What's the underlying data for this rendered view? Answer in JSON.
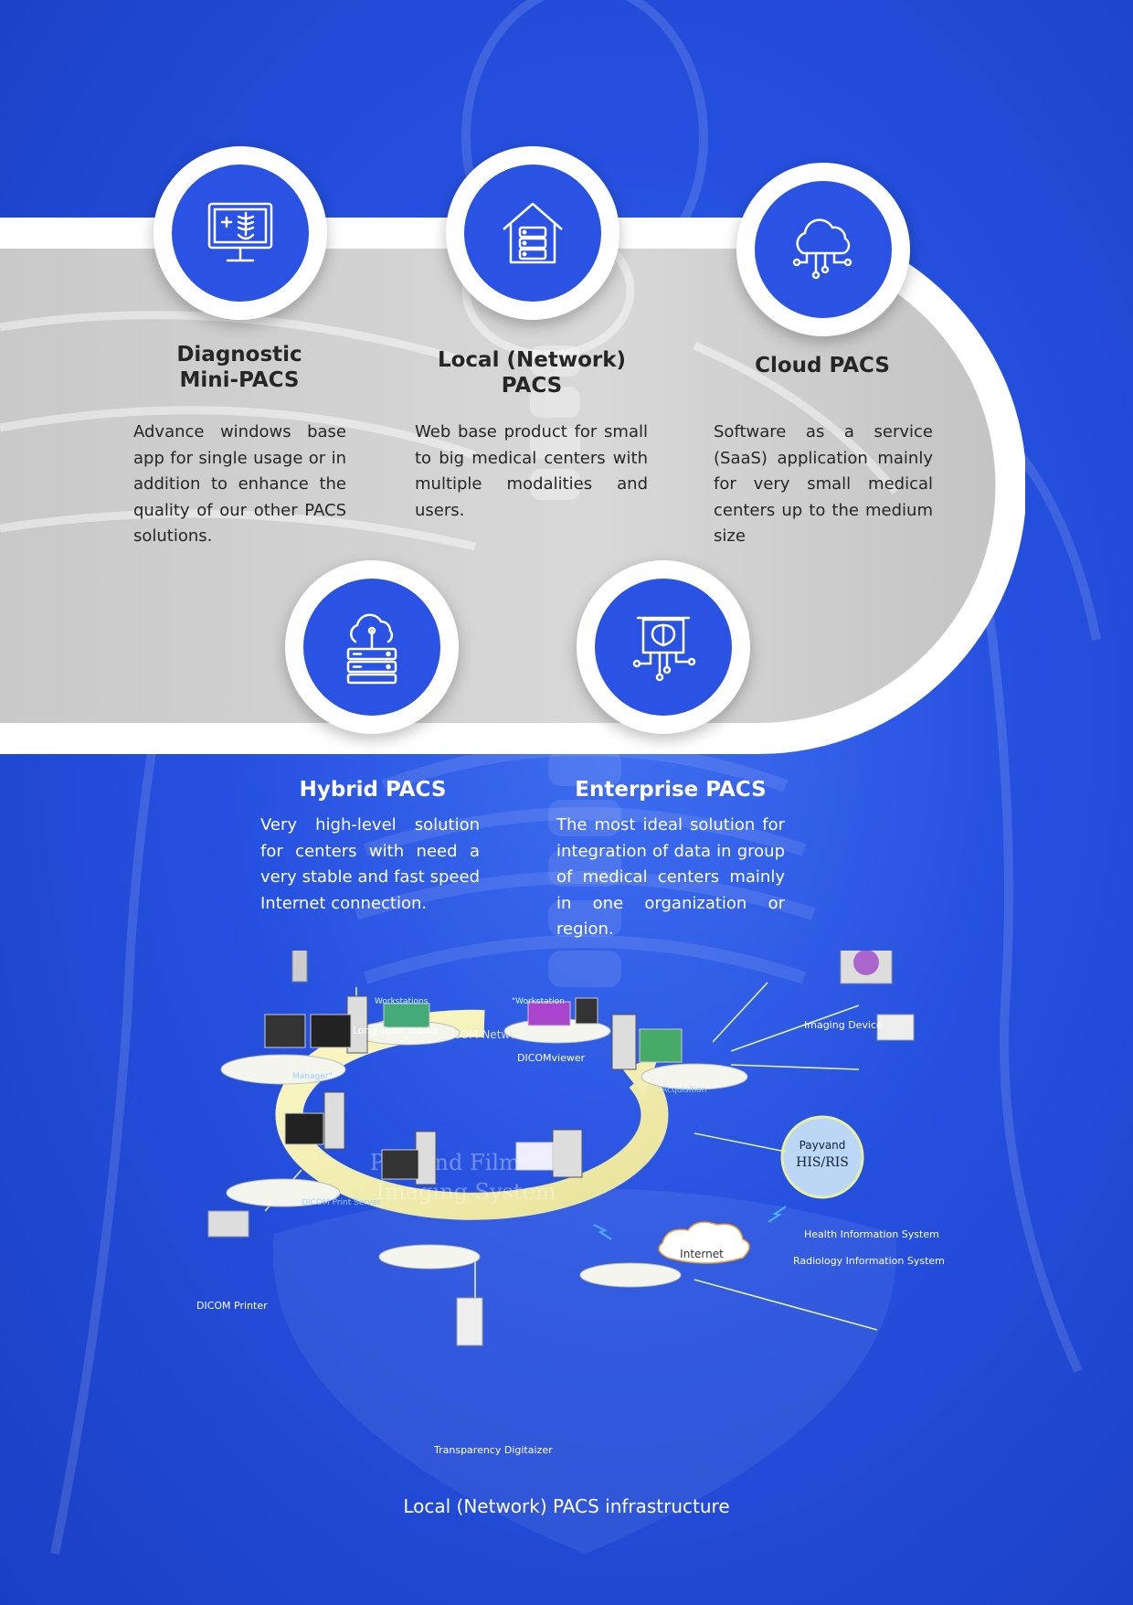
{
  "products": [
    {
      "title_lines": [
        "Diagnostic",
        "Mini-PACS"
      ],
      "icon": "xray-monitor-icon",
      "description": "Advance windows base app for single usage or in addition to enhance the quality of our other PACS solutions."
    },
    {
      "title_lines": [
        "Local (Network)",
        "PACS"
      ],
      "icon": "house-server-icon",
      "description": "Web base product for small to big medical centers with multiple modalities and users."
    },
    {
      "title_lines": [
        "Cloud PACS"
      ],
      "icon": "cloud-circuit-icon",
      "description": "Software as a service (SaaS) application mainly for very small medical centers up to the medium size"
    },
    {
      "title_lines": [
        "Hybrid PACS"
      ],
      "icon": "cloud-server-icon",
      "description": "Very high-level solution for centers with need a very stable and fast speed Internet connection."
    },
    {
      "title_lines": [
        "Enterprise PACS"
      ],
      "icon": "brain-board-icon",
      "description": "The most ideal solution for integration of data in group of medical centers mainly in one organization or region."
    }
  ],
  "diagram": {
    "ring_title_line1": "Payvand Filmless",
    "ring_title_line2": "Imaging System",
    "ring_label": "DICOM Network",
    "labels": {
      "long_term_media": "Long-Term media",
      "dicom_viewer": "DICOMviewer",
      "imaging_device": "Imaging Device",
      "health_info": "Health Information System",
      "radiology_info": "Radiology Information System",
      "his_ris_line1": "Payvand",
      "his_ris_line2": "HIS/RIS",
      "dicom_printer": "DICOM Printer",
      "internet": "Internet",
      "transparency": "Transparency Digitaizer",
      "manager": "Manager\"",
      "workstations": "Workstations",
      "workstation": "\"Workstation",
      "acquisition": "\"Acquisition",
      "print_server": "DICOM Print Server"
    }
  },
  "caption": "Local (Network) PACS infrastructure",
  "colors": {
    "background": "#2550df",
    "icon_circle": "#2a52e3",
    "band": "#ffffff",
    "dark_text": "#262626"
  }
}
